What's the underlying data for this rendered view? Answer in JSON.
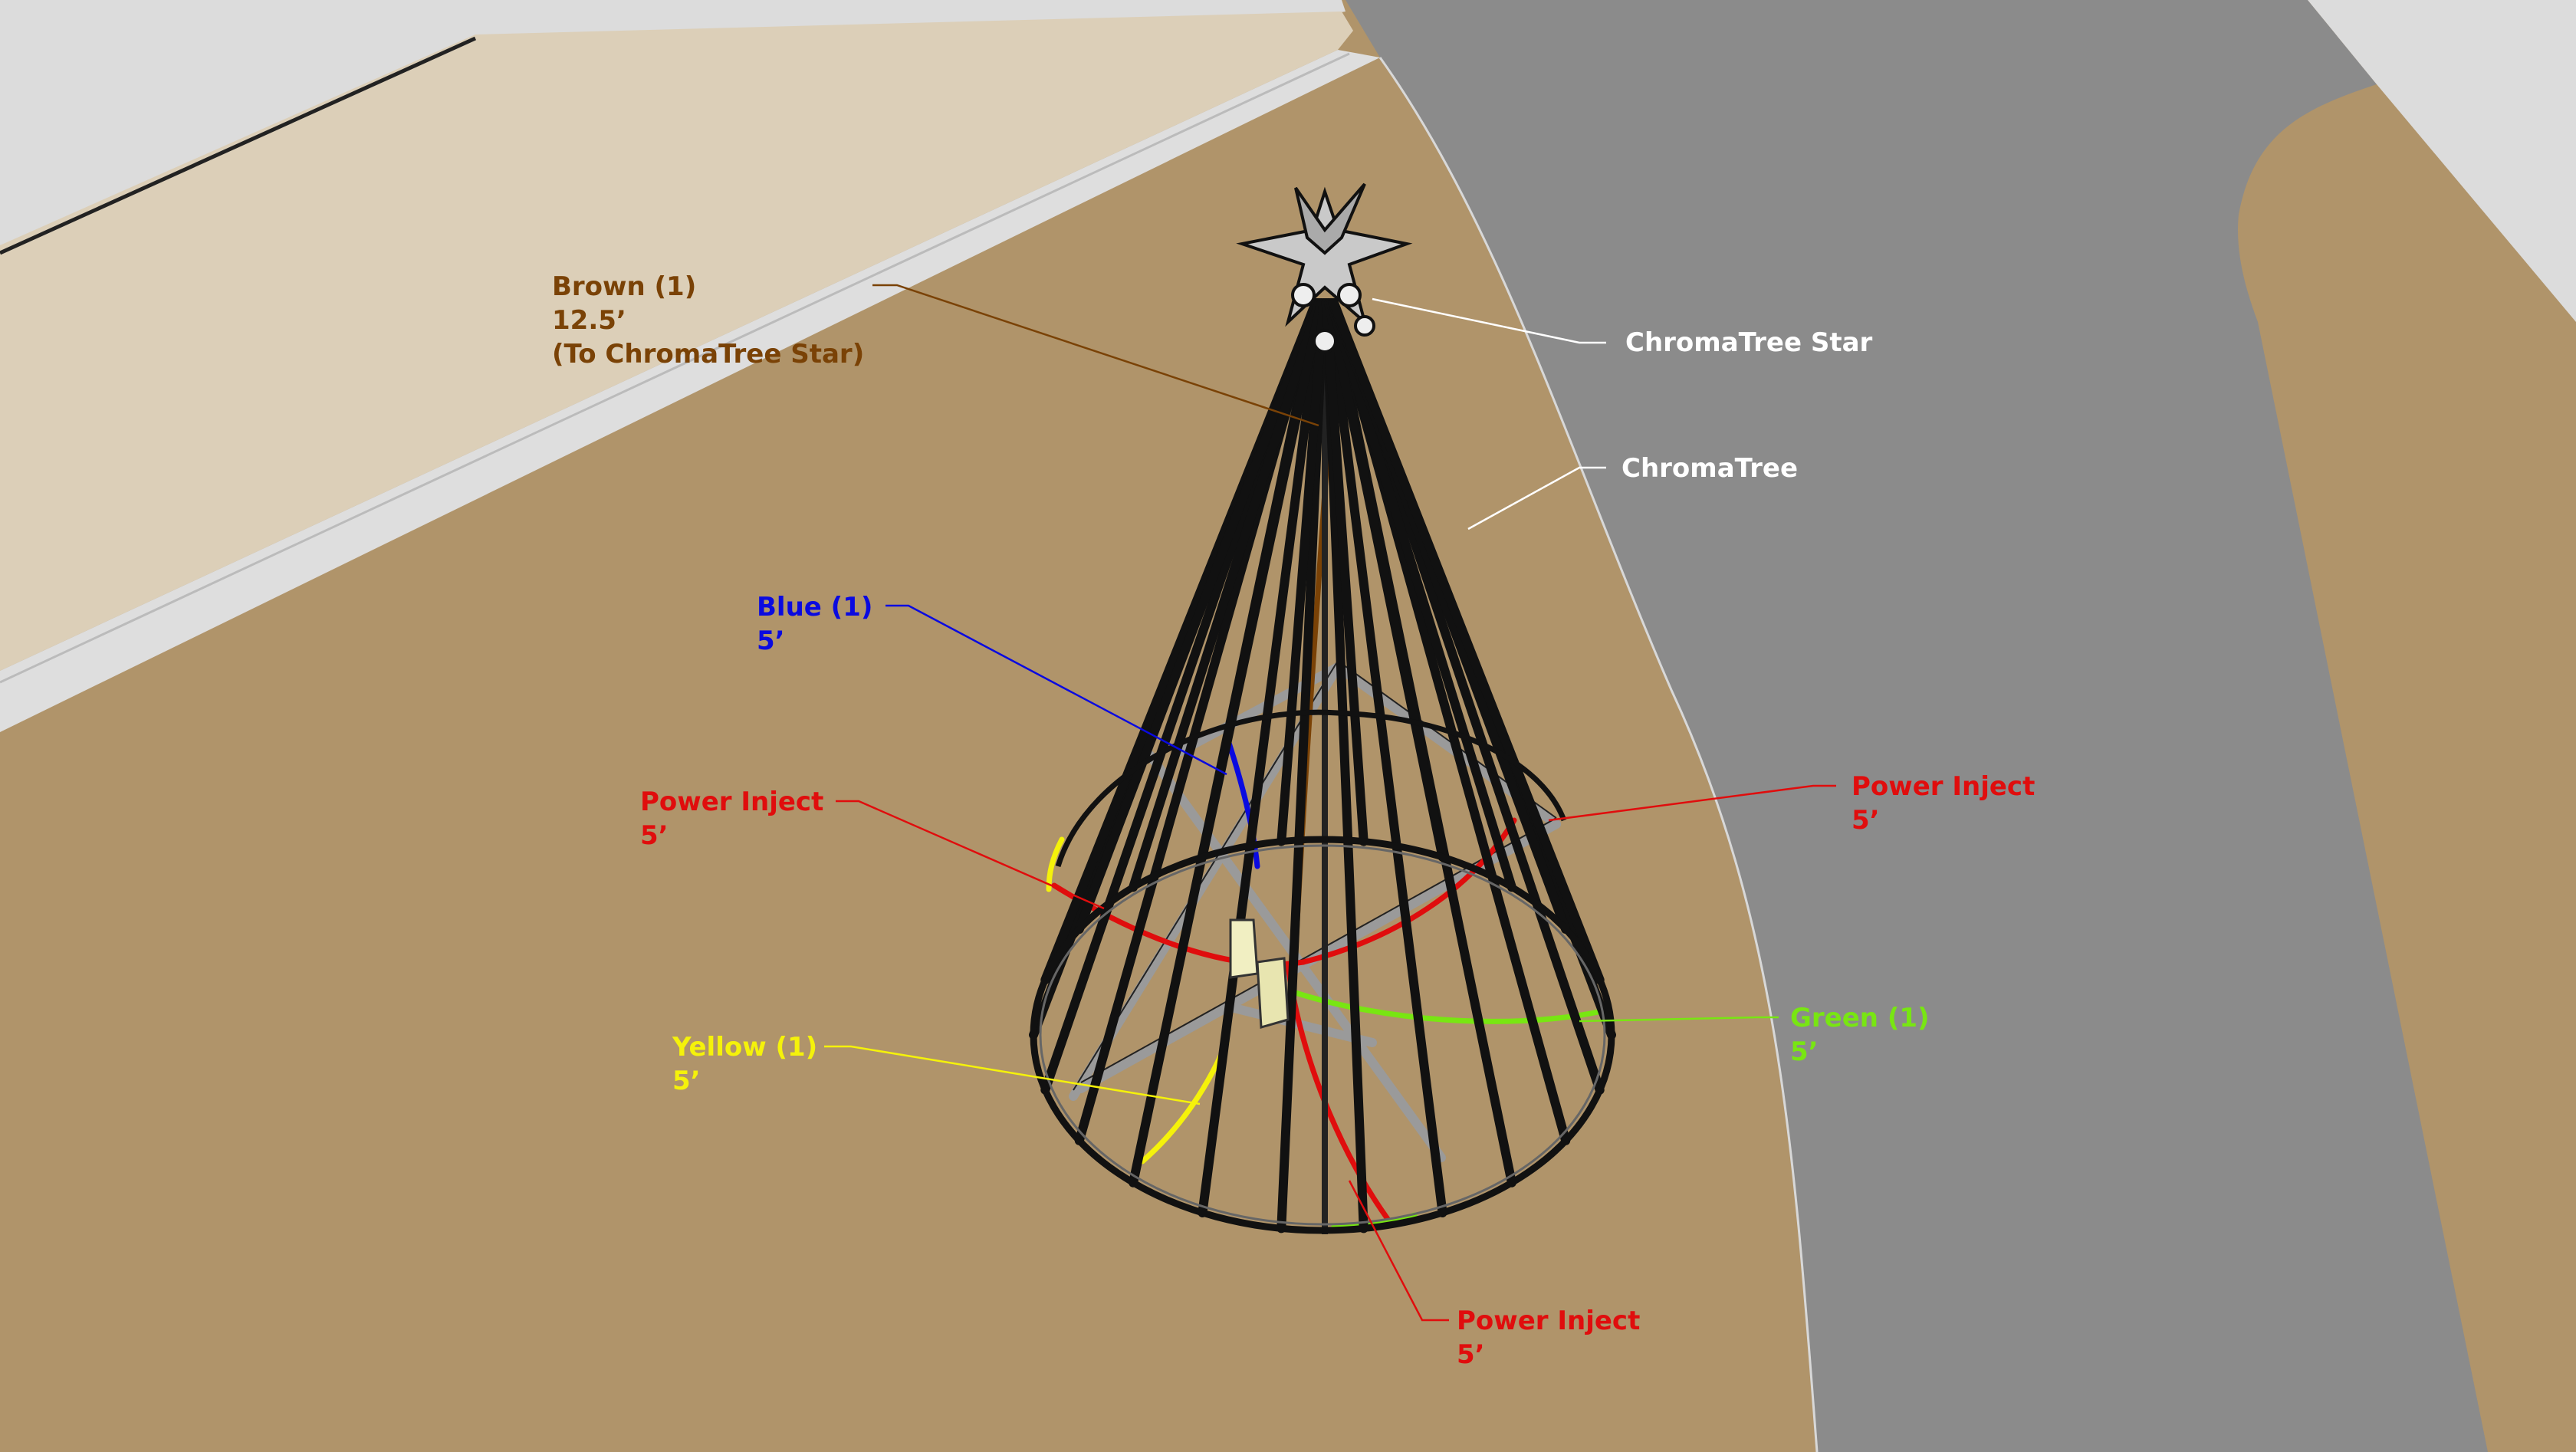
{
  "colors": {
    "ground": "#b0946a",
    "road": "#8b8b8b",
    "gravel": "#dcd0bc",
    "curb": "#e0e0e0",
    "frame": "#111111",
    "brown": "#7a4206",
    "blue": "#0a0ae0",
    "red": "#e00d0d",
    "yellow": "#f5f20a",
    "green": "#78e612",
    "white": "#ffffff"
  },
  "labels": {
    "brown": {
      "line1": "Brown (1)",
      "line2": "12.5’",
      "line3": "(To ChromaTree Star)"
    },
    "star": {
      "line1": "ChromaTree Star"
    },
    "tree": {
      "line1": "ChromaTree"
    },
    "blue": {
      "line1": "Blue (1)",
      "line2": "5’"
    },
    "inject_left": {
      "line1": "Power Inject",
      "line2": "5’"
    },
    "inject_right": {
      "line1": "Power Inject",
      "line2": "5’"
    },
    "green": {
      "line1": "Green (1)",
      "line2": "5’"
    },
    "yellow": {
      "line1": "Yellow (1)",
      "line2": "5’"
    },
    "inject_bottom": {
      "line1": "Power Inject",
      "line2": "5’"
    }
  }
}
